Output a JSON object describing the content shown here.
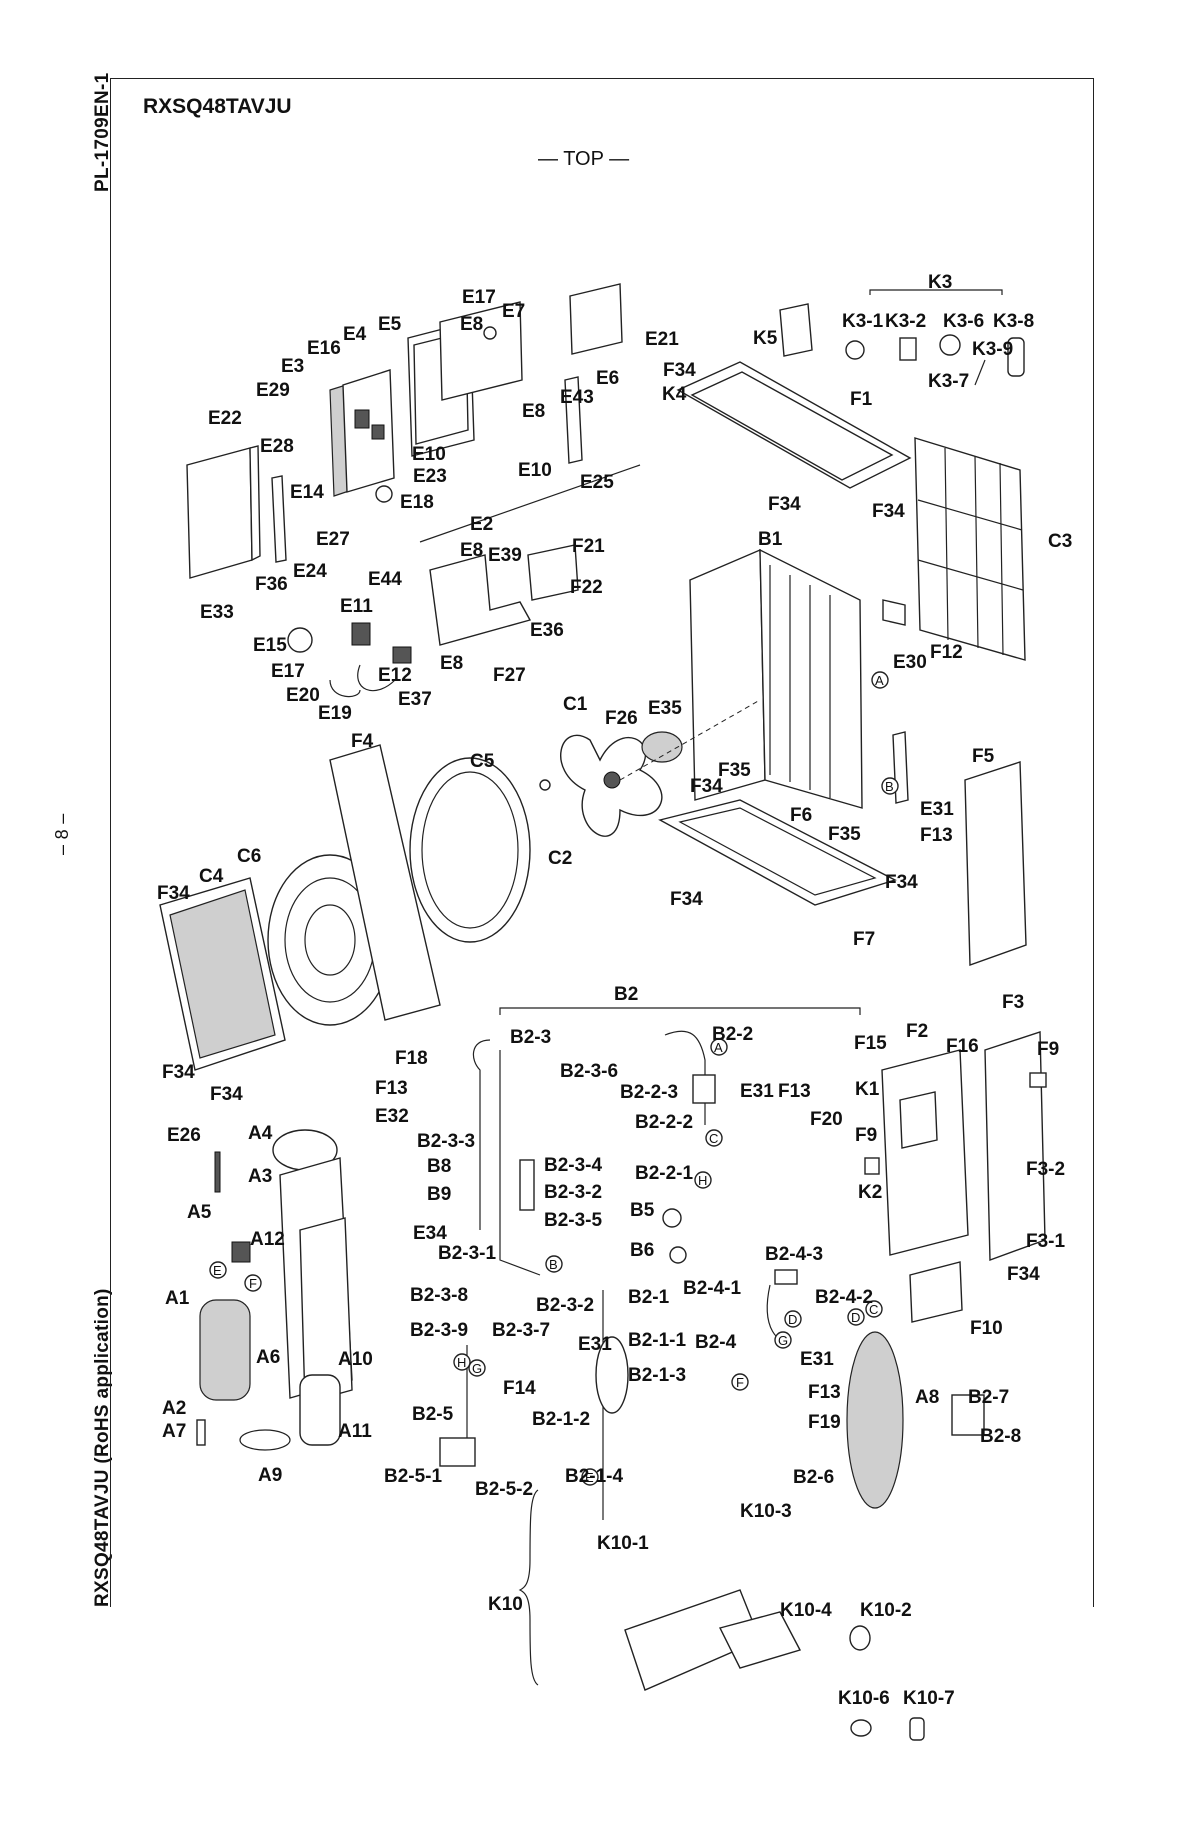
{
  "header": {
    "doc_id": "PL-1709EN-1",
    "page_number": "– 8 –",
    "side_model": "RXSQ48TAVJU (RoHS application)",
    "model": "RXSQ48TAVJU",
    "view": "— TOP —"
  },
  "groups": {
    "k3": "K3",
    "e2": "E2",
    "b2": "B2",
    "k10": "K10"
  },
  "labels": {
    "E17a": "E17",
    "E7": "E7",
    "E8a": "E8",
    "E21": "E21",
    "E16": "E16",
    "E4": "E4",
    "E5": "E5",
    "E3": "E3",
    "E29": "E29",
    "E6": "E6",
    "E43": "E43",
    "E8b": "E8",
    "E22": "E22",
    "E28": "E28",
    "E10a": "E10",
    "E23": "E23",
    "E10b": "E10",
    "E25": "E25",
    "E14": "E14",
    "E18": "E18",
    "E27": "E27",
    "E24": "E24",
    "F36": "F36",
    "E33": "E33",
    "E8c": "E8",
    "E39": "E39",
    "F21": "F21",
    "E44": "E44",
    "F22": "F22",
    "E11": "E11",
    "E36": "E36",
    "E15": "E15",
    "E17b": "E17",
    "E12": "E12",
    "E8d": "E8",
    "F27": "F27",
    "E20": "E20",
    "E37": "E37",
    "E19": "E19",
    "K5": "K5",
    "K3_1": "K3-1",
    "K3_2": "K3-2",
    "K3_6": "K3-6",
    "K3_8": "K3-8",
    "K3_9": "K3-9",
    "K3_7": "K3-7",
    "F34a": "F34",
    "K4": "K4",
    "F1": "F1",
    "F34b": "F34",
    "F34c": "F34",
    "B1": "B1",
    "C3": "C3",
    "F12": "F12",
    "E30": "E30",
    "C1": "C1",
    "F26": "F26",
    "E35": "E35",
    "F4": "F4",
    "C5": "C5",
    "F35a": "F35",
    "F34d": "F34",
    "F5": "F5",
    "E31a": "E31",
    "F13a": "F13",
    "F6": "F6",
    "F35b": "F35",
    "C2": "C2",
    "C6": "C6",
    "C4": "C4",
    "F34e": "F34",
    "F34f": "F34",
    "F7": "F7",
    "F34g": "F34",
    "F34h": "F34",
    "F3": "F3",
    "F2": "F2",
    "F15": "F15",
    "F16": "F16",
    "F9a": "F9",
    "K1": "K1",
    "F9b": "F9",
    "K2": "K2",
    "F3_2": "F3-2",
    "F3_1": "F3-1",
    "F34i": "F34",
    "F10": "F10",
    "F18": "F18",
    "B2_3": "B2-3",
    "B2_3_6": "B2-3-6",
    "F13b": "F13",
    "E32": "E32",
    "B2_3_3": "B2-3-3",
    "B8": "B8",
    "B2_3_4": "B2-3-4",
    "B9": "B9",
    "B2_3_2a": "B2-3-2",
    "E34": "E34",
    "B2_3_5": "B2-3-5",
    "B2_3_1": "B2-3-1",
    "B2_3_8": "B2-3-8",
    "B2_3_2b": "B2-3-2",
    "B2_3_9": "B2-3-9",
    "B2_3_7": "B2-3-7",
    "B2_2": "B2-2",
    "B2_2_3": "B2-2-3",
    "E31b": "E31",
    "F13c": "F13",
    "B2_2_2": "B2-2-2",
    "F20": "F20",
    "B2_2_1": "B2-2-1",
    "B5": "B5",
    "B6": "B6",
    "B2_4_3": "B2-4-3",
    "B2_1": "B2-1",
    "B2_4_1": "B2-4-1",
    "B2_4_2": "B2-4-2",
    "B2_1_1": "B2-1-1",
    "E31c": "E31",
    "B2_4": "B2-4",
    "E31d": "E31",
    "F14": "F14",
    "B2_1_3": "B2-1-3",
    "F13d": "F13",
    "B2_5": "B2-5",
    "B2_1_2": "B2-1-2",
    "F19": "F19",
    "A8": "A8",
    "B2_7": "B2-7",
    "B2_8": "B2-8",
    "B2_5_1": "B2-5-1",
    "B2_5_2": "B2-5-2",
    "B2_1_4": "B2-1-4",
    "B2_6": "B2-6",
    "E26": "E26",
    "A4": "A4",
    "A3": "A3",
    "A5": "A5",
    "A12": "A12",
    "A1": "A1",
    "A10": "A10",
    "A6": "A6",
    "A2": "A2",
    "A7": "A7",
    "A11": "A11",
    "A9": "A9",
    "K10_3": "K10-3",
    "K10_1": "K10-1",
    "K10_4": "K10-4",
    "K10_2": "K10-2",
    "K10_6": "K10-6",
    "K10_7": "K10-7"
  },
  "connection_marks": {
    "A": "A",
    "B": "B",
    "C": "C",
    "D": "D",
    "E": "E",
    "F": "F",
    "G": "G",
    "H": "H"
  }
}
